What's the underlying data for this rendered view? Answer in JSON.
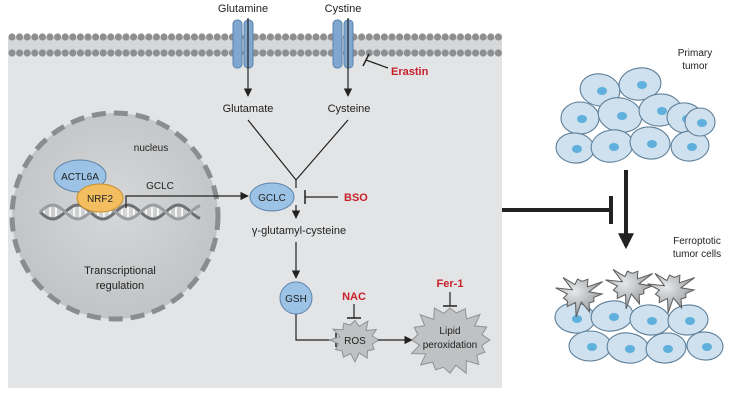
{
  "colors": {
    "cell_bg": "#e3e4e5",
    "membrane_head": "#8d8f91",
    "transporter": "#7fa7cf",
    "protein_blue": "#9cc3e6",
    "protein_orange": "#f2be5f",
    "inhibitor_red": "#c8202a",
    "tumor_cell": "#cfe0ee",
    "tumor_nucleus": "#5fb0dc",
    "ferroptotic_cell": "#a7a9ab"
  },
  "membrane": {
    "inputs": {
      "glutamine": "Glutamine",
      "cystine": "Cystine"
    },
    "products": {
      "glutamate": "Glutamate",
      "cysteine": "Cysteine"
    },
    "inhibitor": "Erastin"
  },
  "nucleus": {
    "label": "nucleus",
    "proteins": {
      "actl6a": "ACTL6A",
      "nrf2": "NRF2"
    },
    "gene": "GCLC",
    "caption_line1": "Transcriptional",
    "caption_line2": "regulation"
  },
  "pathway": {
    "enzyme": "GCLC",
    "enzyme_inhibitor": "BSO",
    "intermediate": "γ-glutamyl-cysteine",
    "gsh": "GSH",
    "ros": "ROS",
    "ros_inhibitor": "NAC",
    "lipid_line1": "Lipid",
    "lipid_line2": "peroxidation",
    "lipid_inhibitor": "Fer-1"
  },
  "tumor": {
    "primary_line1": "Primary",
    "primary_line2": "tumor",
    "ferroptotic_line1": "Ferroptotic",
    "ferroptotic_line2": "tumor cells"
  }
}
